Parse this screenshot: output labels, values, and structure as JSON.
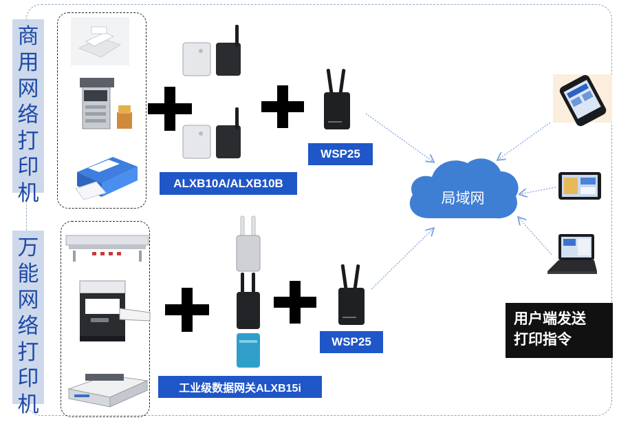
{
  "labels": {
    "commercial_printers": "商用网络打印机",
    "universal_printers": "万能网络打印机",
    "alxb10": "ALXB10A/ALXB10B",
    "wsp25_top": "WSP25",
    "wsp25_bottom": "WSP25",
    "alxb15i": "工业级数据网关ALXB15i",
    "lan": "局域网",
    "user_send_line1": "用户端发送",
    "user_send_line2": "打印指令"
  },
  "colors": {
    "accent_blue": "#1f56c8",
    "side_label_bg": "#cdd8ea",
    "side_label_text": "#1f4aa8",
    "cloud": "#3f7fd3",
    "arrow": "#7da5df"
  },
  "icons": [
    "plus-icon",
    "printer-icon",
    "gateway-device-icon",
    "cloud-icon",
    "smartphone-icon",
    "tablet-icon",
    "laptop-icon"
  ]
}
